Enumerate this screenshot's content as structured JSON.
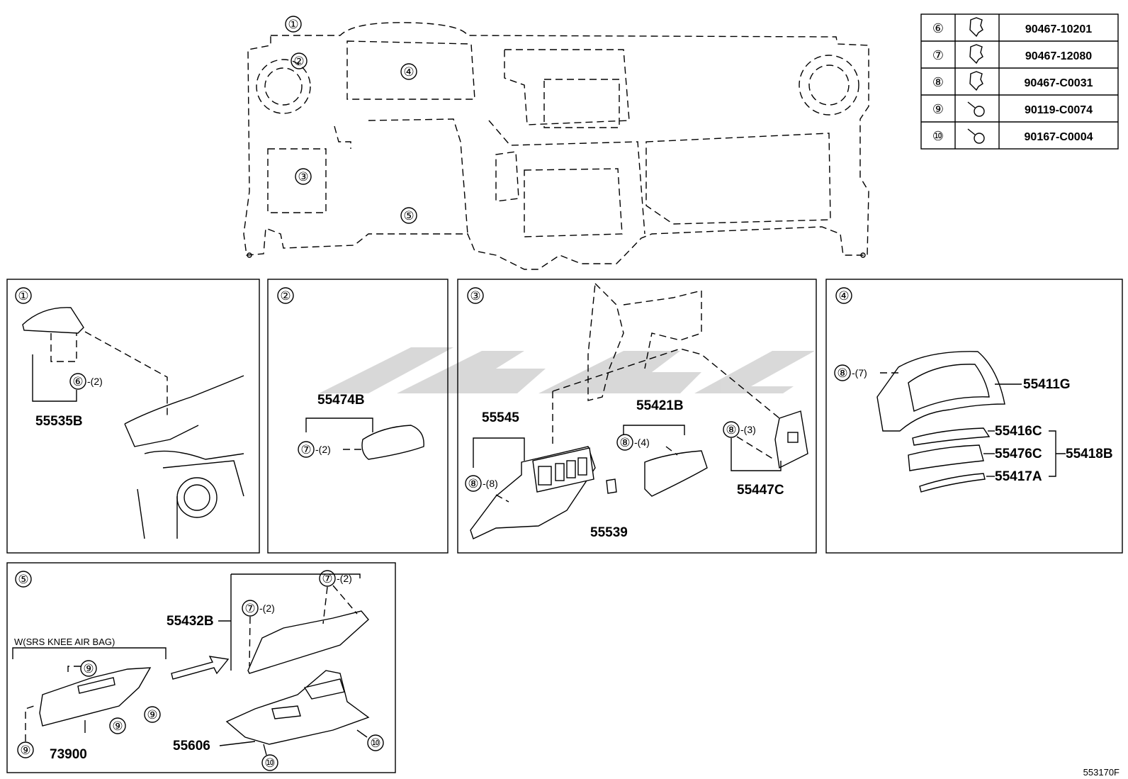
{
  "fastener_table": [
    {
      "ref": "⑥",
      "icon": "clip-icon",
      "part_no": "90467-10201"
    },
    {
      "ref": "⑦",
      "icon": "clip-icon",
      "part_no": "90467-12080"
    },
    {
      "ref": "⑧",
      "icon": "clip-icon",
      "part_no": "90467-C0031"
    },
    {
      "ref": "⑨",
      "icon": "screw-icon",
      "part_no": "90119-C0074"
    },
    {
      "ref": "⑩",
      "icon": "screw-icon",
      "part_no": "90167-C0004"
    }
  ],
  "overview": {
    "callouts": [
      "①",
      "②",
      "③",
      "④",
      "⑤"
    ]
  },
  "panel1": {
    "ref": "①",
    "fastener": "⑥",
    "fastener_qty": "-(2)",
    "part": "55535B"
  },
  "panel2": {
    "ref": "②",
    "part": "55474B",
    "fastener": "⑦",
    "fastener_qty": "-(2)"
  },
  "panel3": {
    "ref": "③",
    "parts": [
      "55545",
      "55421B",
      "55539",
      "55447C"
    ],
    "fastener_a": "⑧",
    "fastener_a_qty": "-(8)",
    "fastener_b": "⑧",
    "fastener_b_qty": "-(4)",
    "fastener_c": "⑧",
    "fastener_c_qty": "-(3)"
  },
  "panel4": {
    "ref": "④",
    "fastener": "⑧",
    "fastener_qty": "-(7)",
    "parts": [
      "55411G",
      "55416C",
      "55476C",
      "55417A"
    ],
    "assembly": "55418B"
  },
  "panel5": {
    "ref": "⑤",
    "note": "W(SRS KNEE AIR BAG)",
    "parts": [
      "55432B",
      "73900",
      "55606"
    ],
    "fastener_7a": "⑦",
    "fastener_7a_qty": "-(2)",
    "fastener_7b": "⑦",
    "fastener_7b_qty": "-(2)",
    "screws_9": [
      "⑨",
      "⑨",
      "⑨",
      "⑨"
    ],
    "screws_10": [
      "⑩",
      "⑩"
    ]
  },
  "illustration_id": "553170F",
  "watermark": "ceyk"
}
